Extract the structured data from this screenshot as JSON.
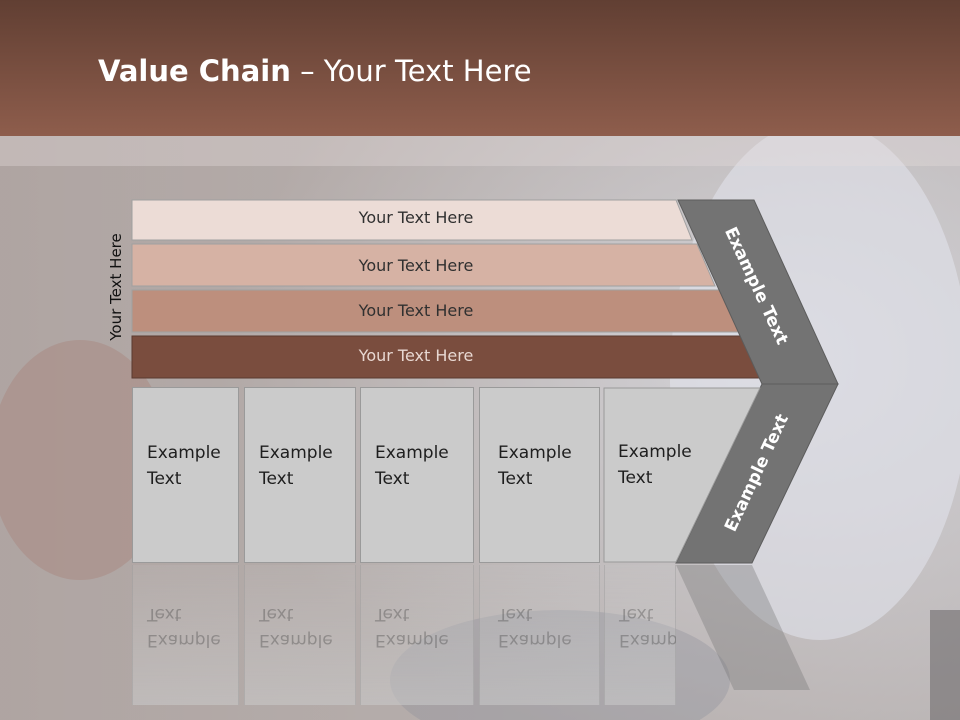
{
  "slide": {
    "title_bold": "Value Chain",
    "title_rest": " – Your Text Here",
    "side_label": "Your Text Here",
    "bars": [
      {
        "label": "Your Text Here",
        "color": "#ecdcd6"
      },
      {
        "label": "Your Text Here",
        "color": "#d6b2a4"
      },
      {
        "label": "Your Text Here",
        "color": "#bd8f7d"
      },
      {
        "label": "Your Text Here",
        "color": "#7a4d3e"
      }
    ],
    "boxes": [
      {
        "line1": "Example",
        "line2": "Text"
      },
      {
        "line1": "Example",
        "line2": "Text"
      },
      {
        "line1": "Example",
        "line2": "Text"
      },
      {
        "line1": "Example",
        "line2": "Text"
      },
      {
        "line1": "Example",
        "line2": "Text"
      }
    ],
    "chevron_upper": "Example Text",
    "chevron_lower": "Example Text",
    "colors": {
      "title_bar": "#8e5d4c",
      "chevron": "#737373",
      "box": "#cbcbcb"
    }
  }
}
